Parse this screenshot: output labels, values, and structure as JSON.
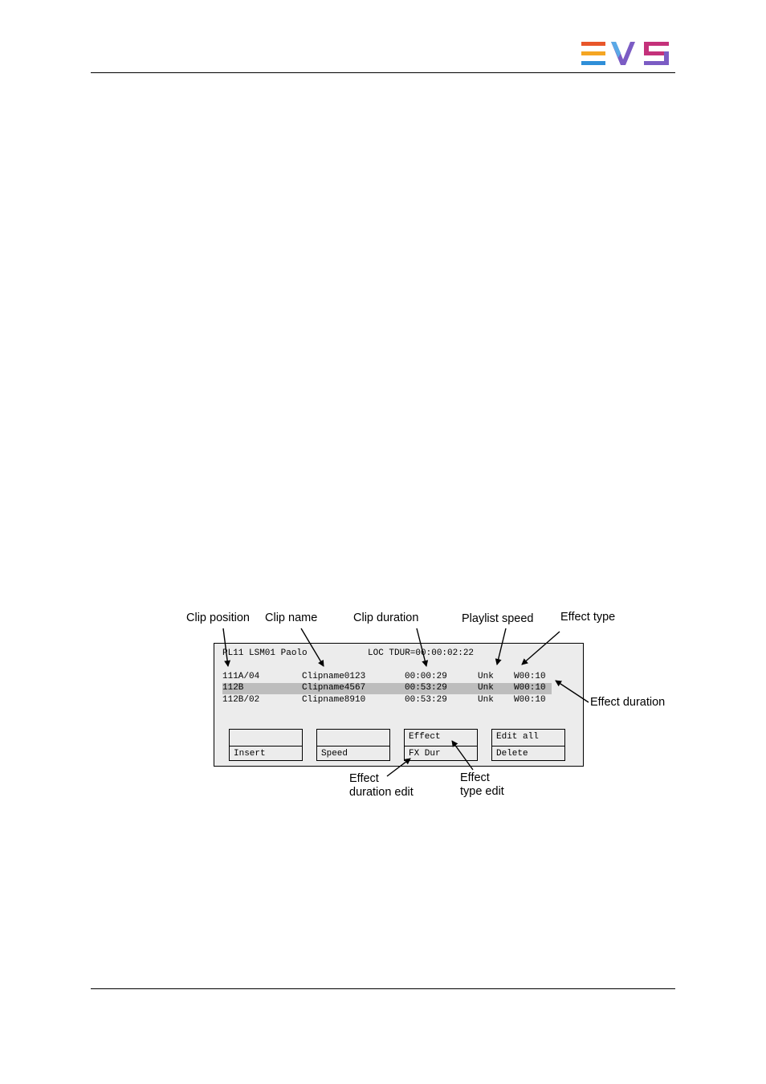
{
  "header": {
    "logo_text": "EVS",
    "logo_colors": [
      "#e8562a",
      "#f5a623",
      "#2f8fd8",
      "#7b5cc4",
      "#c4317a"
    ]
  },
  "callouts": {
    "clip_position": "Clip position",
    "clip_name": "Clip name",
    "clip_duration": "Clip duration",
    "playlist_speed": "Playlist speed",
    "effect_type": "Effect type",
    "effect_duration": "Effect duration",
    "effect_duration_edit_1": "Effect",
    "effect_duration_edit_2": "duration edit",
    "effect_type_edit_1": "Effect",
    "effect_type_edit_2": "type edit"
  },
  "screen": {
    "header_left": "PL11 LSM01 Paolo",
    "header_right": "LOC TDUR=00:00:02:22",
    "rows": [
      {
        "position": "111A/04",
        "name": "Clipname0123",
        "duration": "00:00:29",
        "speed": "Unk",
        "effect": "W00:10",
        "highlighted": false
      },
      {
        "position": "112B",
        "name": "Clipname4567",
        "duration": "00:53:29",
        "speed": "Unk",
        "effect": "W00:10",
        "highlighted": true
      },
      {
        "position": "112B/02",
        "name": "Clipname8910",
        "duration": "00:53:29",
        "speed": "Unk",
        "effect": "W00:10",
        "highlighted": false
      }
    ],
    "softkeys": [
      {
        "top": "",
        "bottom": "Insert"
      },
      {
        "top": "",
        "bottom": "Speed"
      },
      {
        "top": "Effect",
        "bottom": "FX Dur"
      },
      {
        "top": "Edit all",
        "bottom": "Delete"
      }
    ]
  }
}
